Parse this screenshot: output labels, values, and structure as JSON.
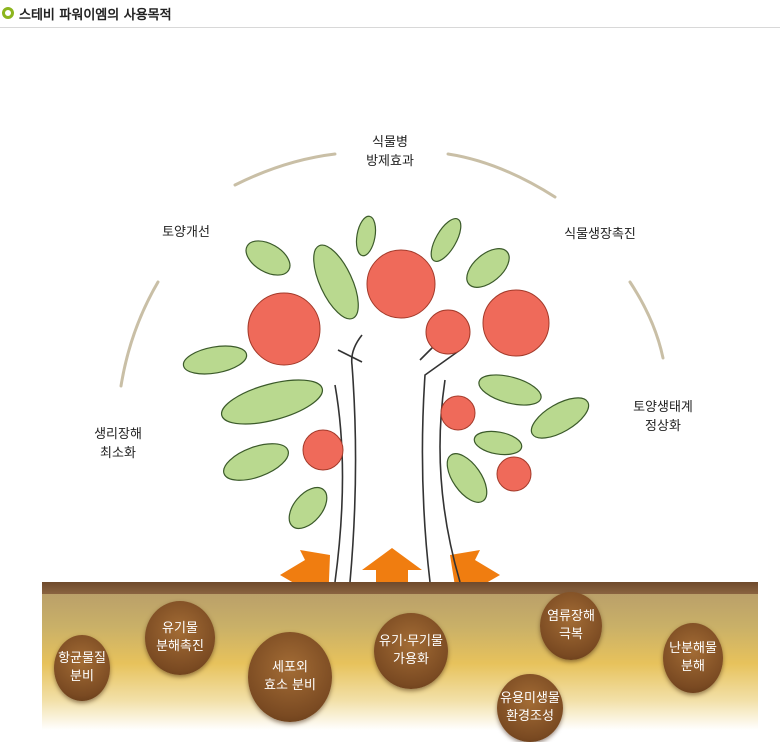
{
  "header": {
    "title": "스테비 파워이엠의 사용목적"
  },
  "above": {
    "top": [
      "식물병",
      "방제효과"
    ],
    "left_upper": "토양개선",
    "right_upper": "식물생장촉진",
    "left_lower": [
      "생리장해",
      "최소화"
    ],
    "right_lower": [
      "토양생태계",
      "정상화"
    ]
  },
  "below": [
    [
      "항균물질",
      "분비"
    ],
    [
      "유기물",
      "분해촉진"
    ],
    [
      "세포외",
      "효소 분비"
    ],
    [
      "유기·무기물",
      "가용화"
    ],
    [
      "염류장해",
      "극복"
    ],
    [
      "유용미생물",
      "환경조성"
    ],
    [
      "난분해물",
      "분해"
    ]
  ],
  "colors": {
    "bullet": "#8cb51e",
    "arc": "#c9bfa6",
    "arrow": "#f07d10",
    "apple": "#ef6a5a",
    "leaf": "#b9d98f",
    "soil": "#e7c25c"
  }
}
